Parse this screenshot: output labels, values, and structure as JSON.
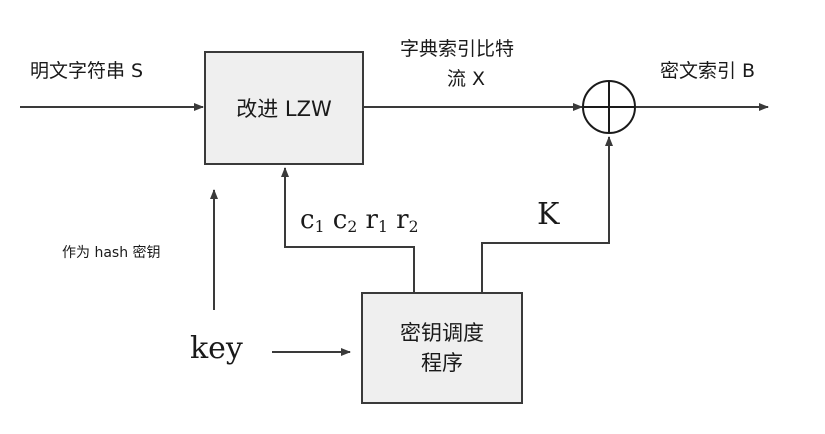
{
  "colors": {
    "box_fill": "#efefef",
    "stroke": "#3a3a3a",
    "text": "#1a1a1a"
  },
  "labels": {
    "plaintext_input": "明文字符串 S",
    "lzw_block": "改进 LZW",
    "dictionary_stream_line1": "字典索引比特",
    "dictionary_stream_line2": "流 X",
    "ciphertext_output": "密文索引 B",
    "hash_key_note": "作为 hash 密钥",
    "key_input": "key",
    "key_schedule_line1": "密钥调度",
    "key_schedule_line2": "程序",
    "param_c": "c",
    "param_c1_sub": "1",
    "param_c2_sub": "2",
    "param_r": "r",
    "param_r1_sub": "1",
    "param_r2_sub": "2",
    "keystream_k": "K"
  },
  "icons": {
    "xor": "circle-plus-icon"
  }
}
